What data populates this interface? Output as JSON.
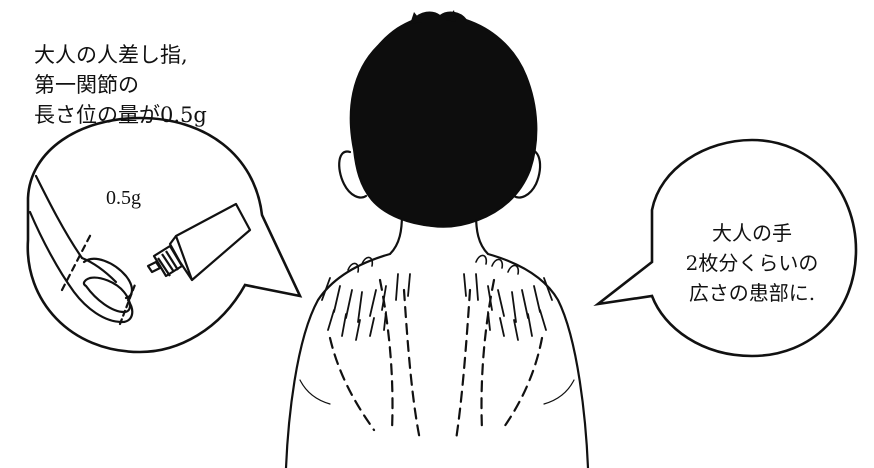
{
  "illustration": {
    "left_caption": [
      "大人の人差し指,",
      "第一関節の",
      "長さ位の量が0.5g"
    ],
    "amount_label": "0.5g",
    "right_caption": [
      "大人の手",
      "2枚分くらいの",
      "広さの患部に."
    ]
  },
  "colors": {
    "ink": "#111111",
    "hair": "#0d0d0d",
    "background": "#ffffff"
  }
}
